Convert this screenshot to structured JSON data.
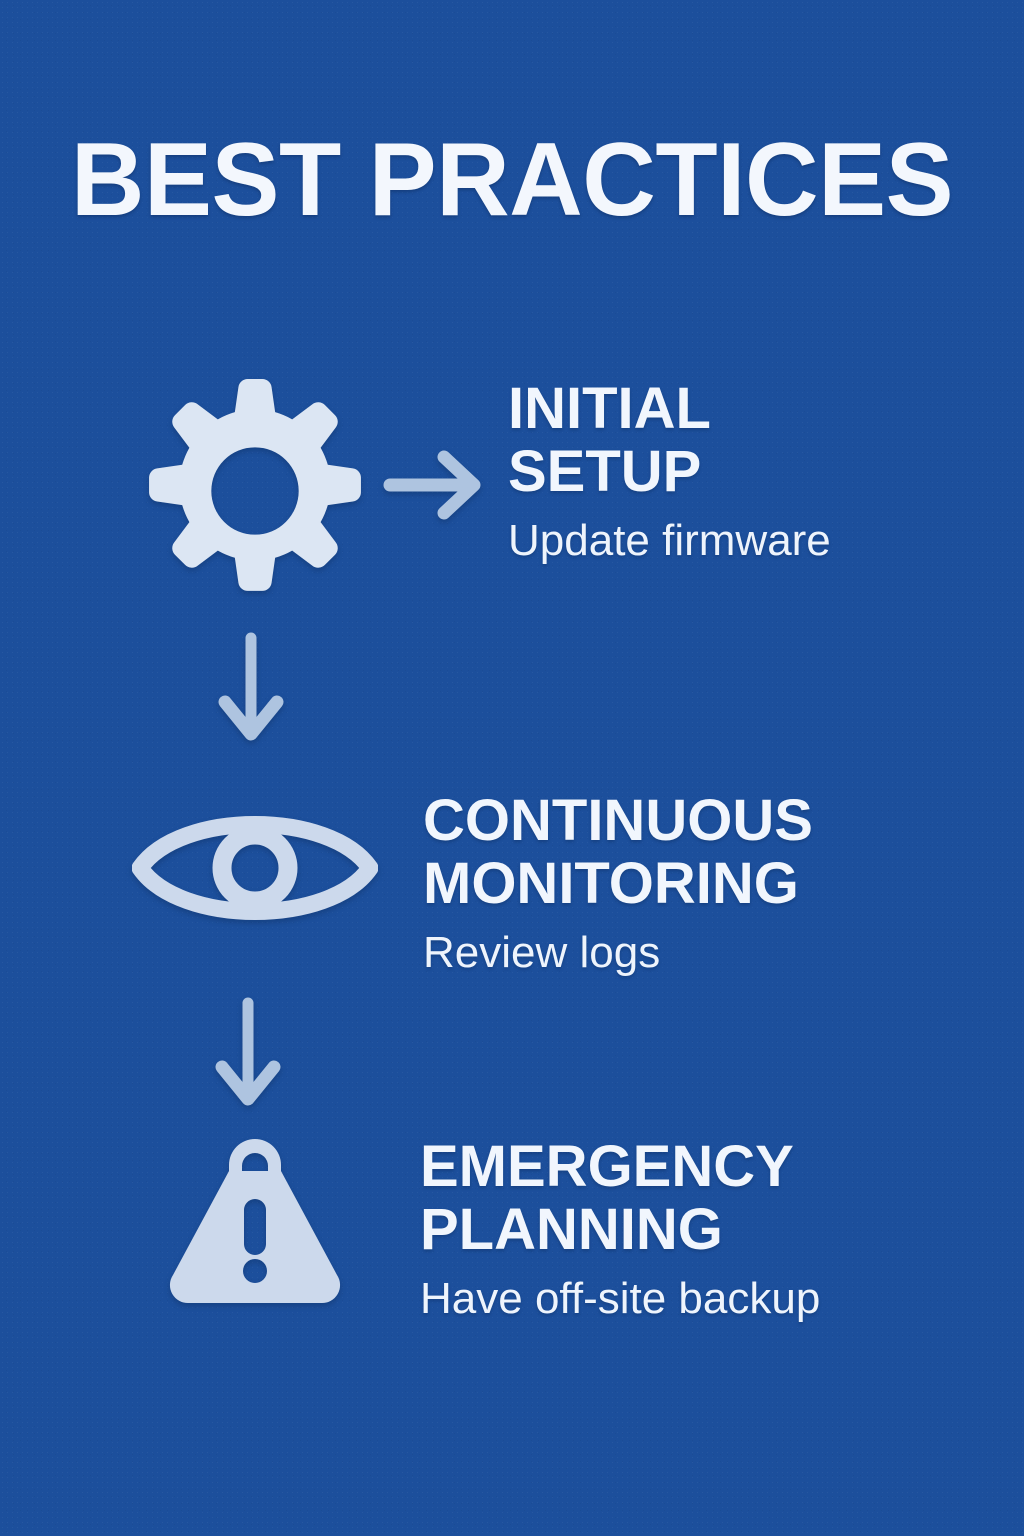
{
  "poster": {
    "title": "BEST PRACTICES",
    "background_color": "#1c4f9c",
    "icon_color": "#dce6f3",
    "arrow_color": "#aec4e0",
    "heading_color": "#f1f6fd",
    "subtitle_color": "#eef4fc"
  },
  "steps": [
    {
      "index": "1",
      "icon": "gear-icon",
      "heading": "INITIAL\nSETUP",
      "subtitle": "Update firmware"
    },
    {
      "index": "2",
      "icon": "eye-icon",
      "heading": "CONTINUOUS\nMONITORING",
      "subtitle": "Review logs"
    },
    {
      "index": "3",
      "icon": "warning-triangle-icon",
      "heading": "EMERGENCY\nPLANNING",
      "subtitle": "Have off-site backup"
    }
  ],
  "connectors": [
    {
      "name": "arrow-right-icon",
      "direction": "right"
    },
    {
      "name": "arrow-down-icon",
      "direction": "down"
    },
    {
      "name": "arrow-down-icon",
      "direction": "down"
    }
  ]
}
